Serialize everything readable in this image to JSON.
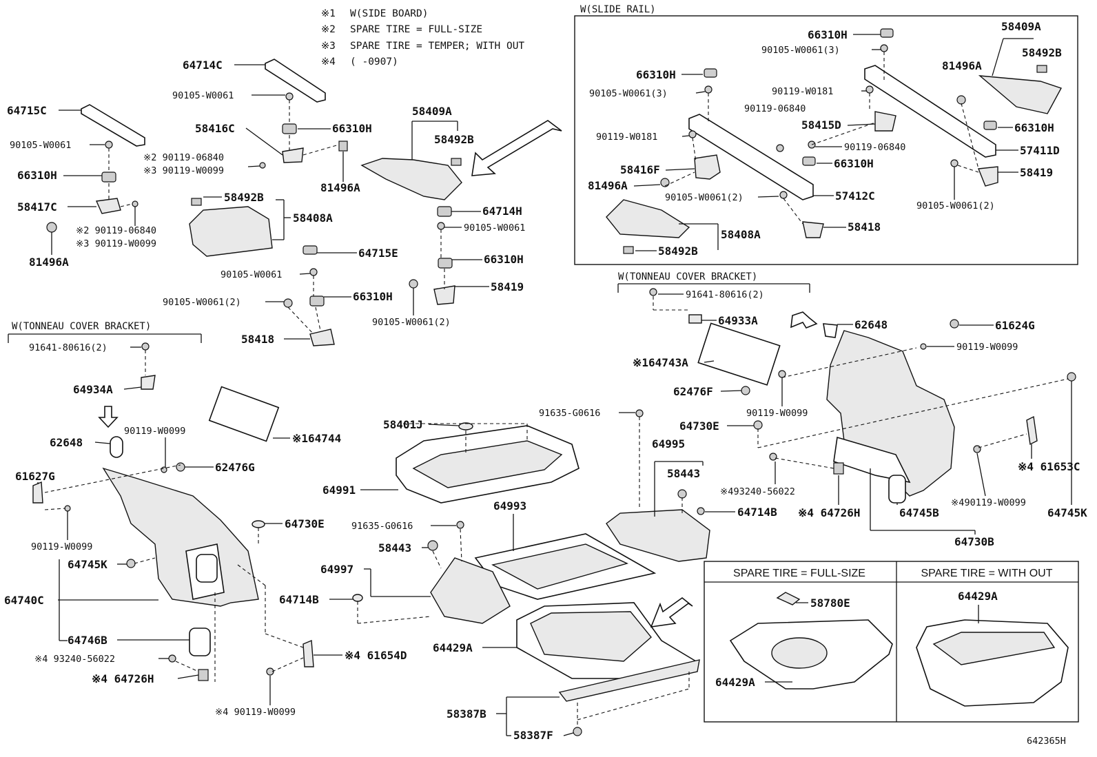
{
  "notes": [
    {
      "mark": "※1",
      "text": "W(SIDE BOARD)"
    },
    {
      "mark": "※2",
      "text": "SPARE TIRE = FULL-SIZE"
    },
    {
      "mark": "※3",
      "text": "SPARE TIRE = TEMPER; WITH OUT"
    },
    {
      "mark": "※4",
      "text": "(     -0907)"
    }
  ],
  "group_headers": {
    "slide_rail": "W(SLIDE RAIL)",
    "tonneau_right": "W(TONNEAU COVER BRACKET)",
    "tonneau_left": "W(TONNEAU COVER BRACKET)"
  },
  "inset_boxes": {
    "full_size_title": "SPARE TIRE = FULL-SIZE",
    "with_out_title": "SPARE TIRE = WITH OUT"
  },
  "drawing_id": "642365H",
  "labels": {
    "p64714C": "64714C",
    "p90105_a": "90105-W0061",
    "p64715C": "64715C",
    "p90105_b": "90105-W0061",
    "p58416C": "58416C",
    "p66310H_a": "66310H",
    "p90119_06840_a": "※2 90119-06840",
    "p90119_W0099_a": "※3 90119-W0099",
    "p66310H_b": "66310H",
    "p81496A_a": "81496A",
    "p58417C": "58417C",
    "p90119_06840_b": "※2 90119-06840",
    "p90119_W0099_b": "※3 90119-W0099",
    "p81496A_b": "81496A",
    "p58409A_a": "58409A",
    "p58492B_a": "58492B",
    "p58492B_b": "58492B",
    "p58408A_a": "58408A",
    "p64714H": "64714H",
    "p90105_c": "90105-W0061",
    "p64715E": "64715E",
    "p90105_d": "90105-W0061",
    "p66310H_c": "66310H",
    "p90105_e": "90105-W0061(2)",
    "p66310H_d": "66310H",
    "p58419_a": "58419",
    "p58418_a": "58418",
    "p90105_f": "90105-W0061(2)",
    "r66310H_a": "66310H",
    "r90105_a": "90105-W0061(3)",
    "r58409A": "58409A",
    "r58492B_a": "58492B",
    "r66310H_b": "66310H",
    "r90105_b": "90105-W0061(3)",
    "r81496A_a": "81496A",
    "r90119_W0181_a": "90119-W0181",
    "r90119_06840_a": "90119-06840",
    "r58415D": "58415D",
    "r66310H_c": "66310H",
    "r90119_W0181_b": "90119-W0181",
    "r90119_06840_b": "90119-06840",
    "r57411D": "57411D",
    "r66310H_d": "66310H",
    "r58416F": "58416F",
    "r58419": "58419",
    "r81496A_b": "81496A",
    "r90105_c": "90105-W0061(2)",
    "r57412C": "57412C",
    "r90105_d": "90105-W0061(2)",
    "r58418": "58418",
    "r58408A": "58408A",
    "r58492B_b": "58492B",
    "t91641_a": "91641-80616(2)",
    "t64933A": "64933A",
    "t62648": "62648",
    "t61624G": "61624G",
    "t90119_W0099_a": "90119-W0099",
    "t64743A": "※164743A",
    "t62476F": "62476F",
    "t90119_W0099_b": "90119-W0099",
    "t64730E": "64730E",
    "t64995": "64995",
    "t58443": "58443",
    "t64714B": "64714B",
    "t93240": "※493240-56022",
    "t64726H": "※4 64726H",
    "t64745B": "64745B",
    "t61653C": "※4 61653C",
    "t90119_W0099_c": "※490119-W0099",
    "t64745K": "64745K",
    "t64730B": "64730B",
    "l91641": "91641-80616(2)",
    "l64934A": "64934A",
    "l90119_W0099_a": "90119-W0099",
    "l62648": "62648",
    "l62476G": "62476G",
    "l61627G": "61627G",
    "l90119_W0099_b": "90119-W0099",
    "l64745K": "64745K",
    "l64740C": "64740C",
    "l64730E": "64730E",
    "l64746B": "64746B",
    "l93240": "※4 93240-56022",
    "l64726H": "※4 64726H",
    "l61654D": "※4 61654D",
    "l90119_W0099_c": "※4 90119-W0099",
    "l64744": "※164744",
    "c58401J": "58401J",
    "c91635_a": "91635-G0616",
    "c64991": "64991",
    "c64993": "64993",
    "c91635_b": "91635-G0616",
    "c58443": "58443",
    "c64997": "64997",
    "c64714B": "64714B",
    "c64429A": "64429A",
    "c58387B": "58387B",
    "c58387F": "58387F",
    "i58780E": "58780E",
    "i64429A_a": "64429A",
    "i64429A_b": "64429A"
  }
}
